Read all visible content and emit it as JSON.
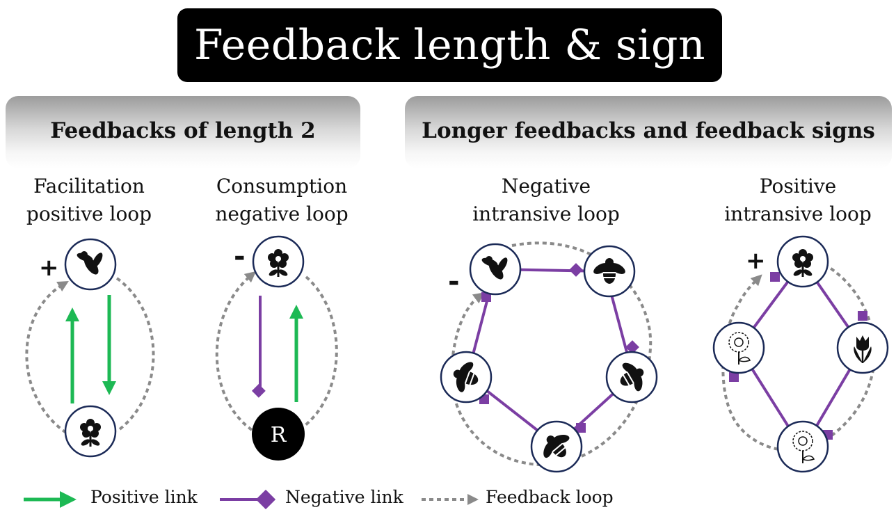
{
  "title": "Feedback length & sign",
  "panels": {
    "left": {
      "header": "Feedbacks of length 2"
    },
    "right": {
      "header": "Longer feedbacks and feedback signs"
    }
  },
  "loops": {
    "facilitation": {
      "line1": "Facilitation",
      "line2": "positive  loop",
      "sign": "+"
    },
    "consumption": {
      "line1": "Consumption",
      "line2": "negative loop",
      "sign": "-",
      "resource_label": "R"
    },
    "negative_intransitive": {
      "line1": "Negative",
      "line2": "intransive loop",
      "sign": "-"
    },
    "positive_intransitive": {
      "line1": "Positive",
      "line2": "intransive loop",
      "sign": "+"
    }
  },
  "legend": {
    "positive": "Positive link",
    "negative": "Negative link",
    "feedback": "Feedback loop"
  },
  "colors": {
    "positive_link": "#1db954",
    "negative_link": "#7b3ea3",
    "feedback_loop": "#8a8a8a",
    "node_stroke": "#1b2a57"
  }
}
